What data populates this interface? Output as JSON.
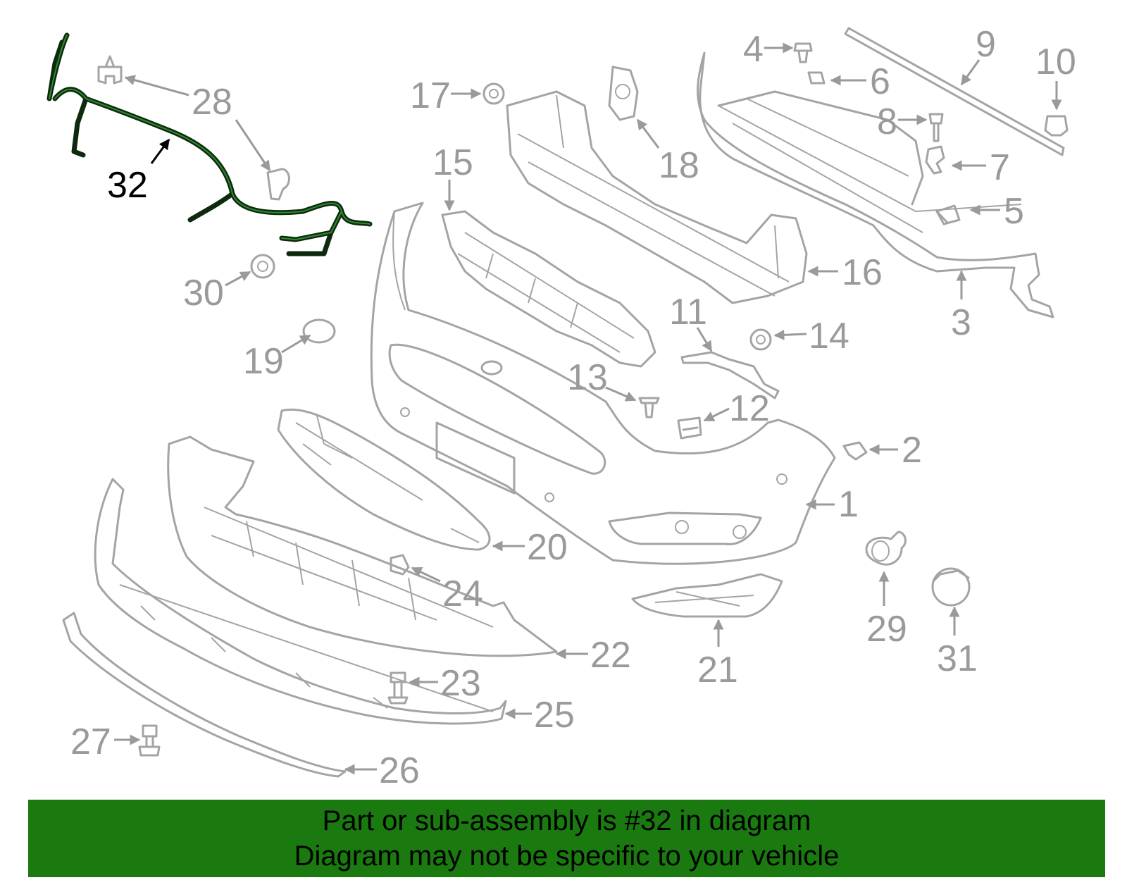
{
  "banner": {
    "line1": "Part or sub-assembly is #32 in diagram",
    "line2": "Diagram may not be specific to your vehicle",
    "background_color": "#1a7a10"
  },
  "diagram": {
    "highlighted_part": "32",
    "part_color": "#a4a4a4",
    "highlight_color": "#000000",
    "harness_color": "#2f8a2f",
    "callouts": [
      "1",
      "2",
      "3",
      "4",
      "5",
      "6",
      "7",
      "8",
      "9",
      "10",
      "11",
      "12",
      "13",
      "14",
      "15",
      "16",
      "17",
      "18",
      "19",
      "20",
      "21",
      "22",
      "23",
      "24",
      "25",
      "26",
      "27",
      "28",
      "29",
      "30",
      "31",
      "32"
    ]
  }
}
